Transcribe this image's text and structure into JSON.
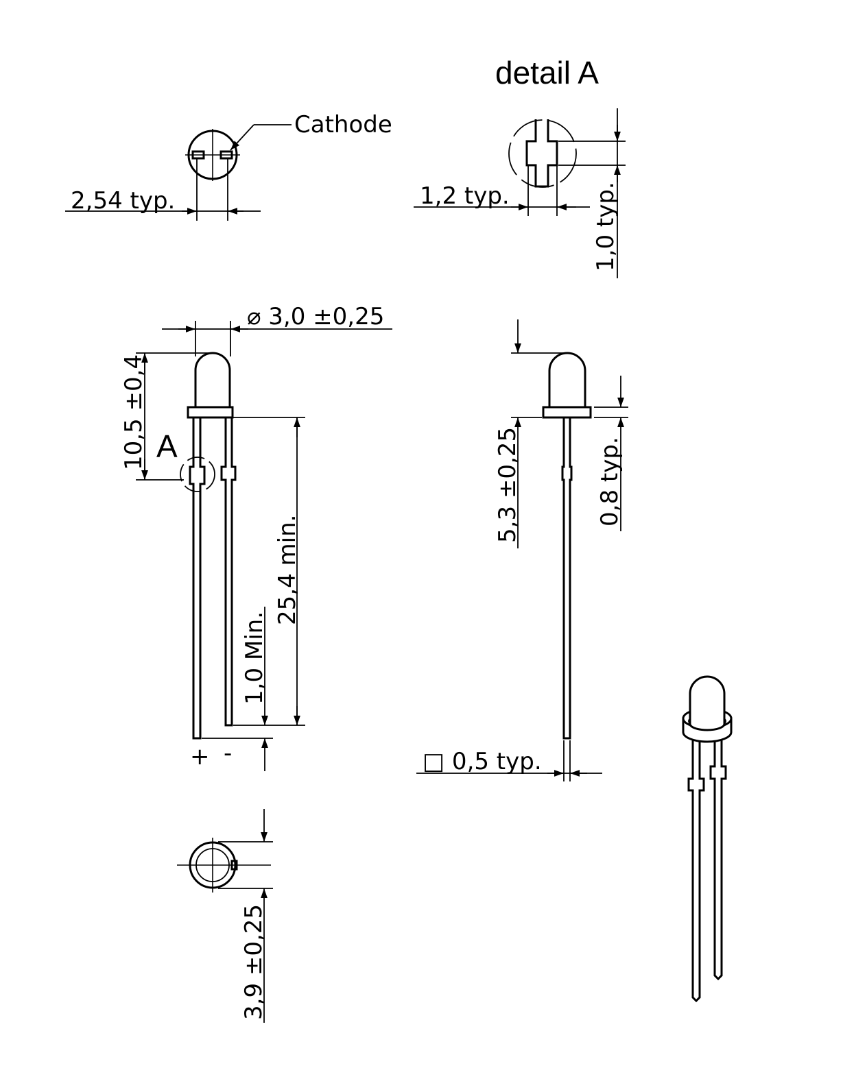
{
  "detail_title": "detail A",
  "labels": {
    "cathode": "Cathode",
    "pitch": "2,54  typ.",
    "tab_width": "1,2  typ.",
    "tab_height": "1,0  typ.",
    "diameter": "⌀  3,0  ±0,25",
    "total_height": "10,5  ±0,4",
    "detail_marker": "A",
    "lead_length": "25,4  min.",
    "lead_offset": "1,0  Min.",
    "plus": "+",
    "minus": "-",
    "flange_height": "5,3  ±0,25",
    "flange_thickness": "0,8  typ.",
    "lead_square": "□  0,5  typ.",
    "flange_diameter": "3,9  ±0,25"
  }
}
